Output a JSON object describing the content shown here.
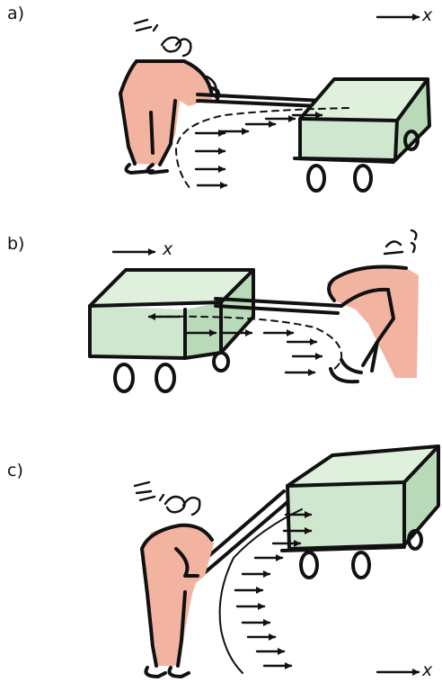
{
  "panels": [
    {
      "label": "a)",
      "axis": "x"
    },
    {
      "label": "b)",
      "axis": "x"
    },
    {
      "label": "c)",
      "axis": "x"
    }
  ],
  "colors": {
    "cart": "#cfe6cf",
    "skin": "#f2b3a0",
    "ink": "#111111"
  }
}
